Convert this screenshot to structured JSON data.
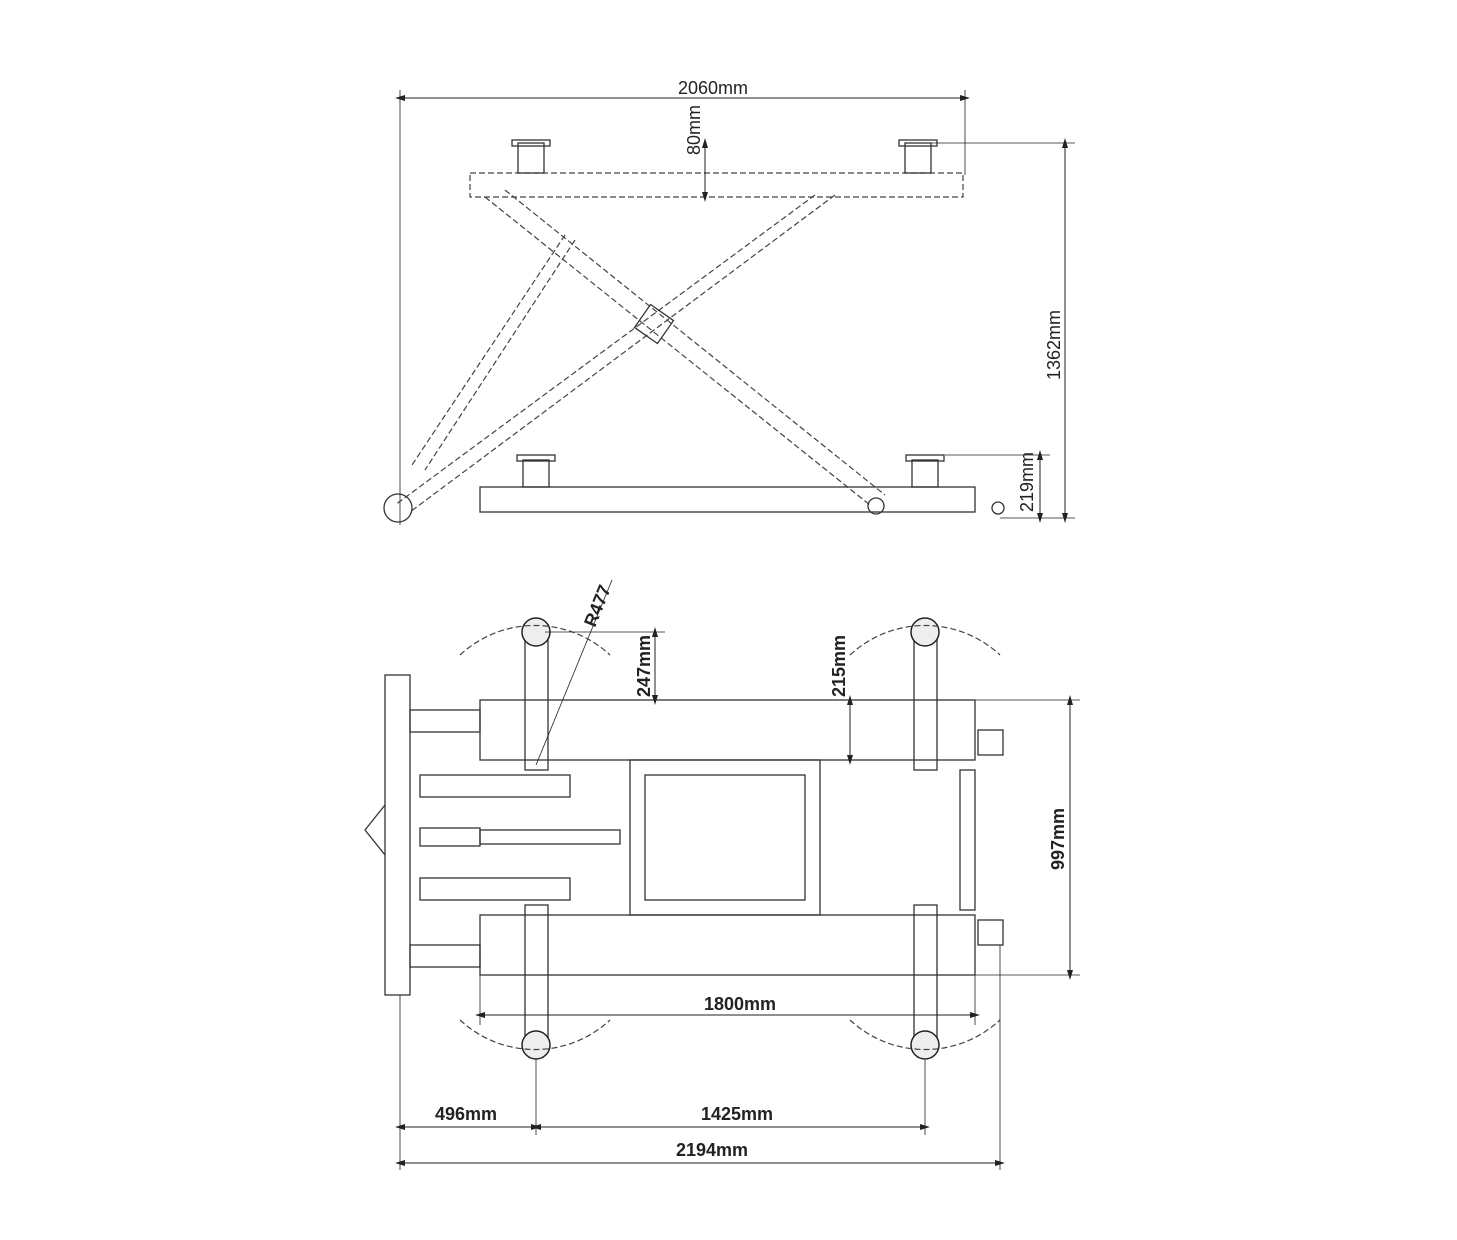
{
  "side_view": {
    "overall_length": "2060mm",
    "pad_height": "80mm",
    "max_height": "1362mm",
    "min_height": "219mm"
  },
  "top_view": {
    "radius": "R477",
    "arm_offset": "247mm",
    "rail_width": "215mm",
    "overall_width": "997mm",
    "rail_length": "1800mm",
    "front_offset": "496mm",
    "pad_spacing": "1425mm",
    "overall_length": "2194mm"
  }
}
